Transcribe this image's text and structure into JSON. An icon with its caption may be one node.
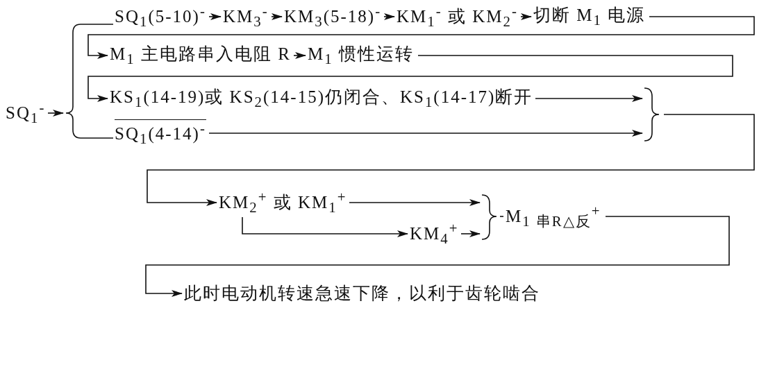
{
  "diagram": {
    "nodes": [
      {
        "text": [
          "SQ$_{1}$$^{-}$"
        ]
      },
      {
        "text": [],
        "shape": "brace"
      },
      {
        "text": [
          "SQ$_{1}$(5-10)$^{-}$"
        ]
      },
      {
        "text": [
          "KM$_{3}$$^{-}$"
        ]
      },
      {
        "text": [
          "KM$_{3}$(5-18)$^{-}$"
        ]
      },
      {
        "text": [
          "KM$_{1}$$^{-}$ 或 KM$_{2}$$^{-}$"
        ]
      },
      {
        "text": [
          "切断 M$_{1}$ 电源"
        ]
      },
      {
        "text": [
          "M$_{1}$ 主电路串入电阻 R"
        ]
      },
      {
        "text": [
          "M$_{1}$ 惯性运转"
        ]
      },
      {
        "text": [
          "KS$_{1}$(14-19)或 KS$_{2}$(14-15)仍闭合、KS$_{1}$(14-17)断开"
        ]
      },
      {
        "text": [],
        "shape": "brace"
      },
      {
        "text": [
          "SQ$_{1}$(4-14)$^{-}$"
        ]
      },
      {
        "text": [
          "KM$_{2}$$^{+}$ 或 KM$_{1}$$^{+}$"
        ]
      },
      {
        "text": [],
        "shape": "brace"
      },
      {
        "text": [
          "M$_{1 串R△反}$$^{+}$"
        ]
      },
      {
        "text": [
          "KM$_{4}$$^{+}$"
        ]
      },
      {
        "text": [
          "此时电动机转速急速下降，以利于齿轮啮合"
        ]
      }
    ],
    "edges": [
      {
        "from": 0,
        "to": 1,
        "arrow": "to"
      },
      {
        "from": 1,
        "to": 2,
        "arrow": "none"
      },
      {
        "from": 1,
        "to": 11,
        "arrow": "none"
      },
      {
        "from": 2,
        "to": 3,
        "arrow": "to"
      },
      {
        "from": 3,
        "to": 4,
        "arrow": "to"
      },
      {
        "from": 4,
        "to": 5,
        "arrow": "to"
      },
      {
        "from": 5,
        "to": 6,
        "arrow": "to"
      },
      {
        "from": 6,
        "to": 7,
        "arrow": "to"
      },
      {
        "from": 7,
        "to": 8,
        "arrow": "to"
      },
      {
        "from": 8,
        "to": 9,
        "arrow": "to"
      },
      {
        "from": 9,
        "to": 10,
        "arrow": "to"
      },
      {
        "from": 11,
        "to": 10,
        "arrow": "to"
      },
      {
        "from": 10,
        "to": 12,
        "arrow": "to"
      },
      {
        "from": 12,
        "to": 13,
        "arrow": "to"
      },
      {
        "from": 12,
        "to": 15,
        "arrow": "to"
      },
      {
        "from": 15,
        "to": 13,
        "arrow": "to"
      },
      {
        "from": 13,
        "to": 14,
        "arrow": "none"
      },
      {
        "from": 14,
        "to": 16,
        "arrow": "to"
      }
    ]
  }
}
